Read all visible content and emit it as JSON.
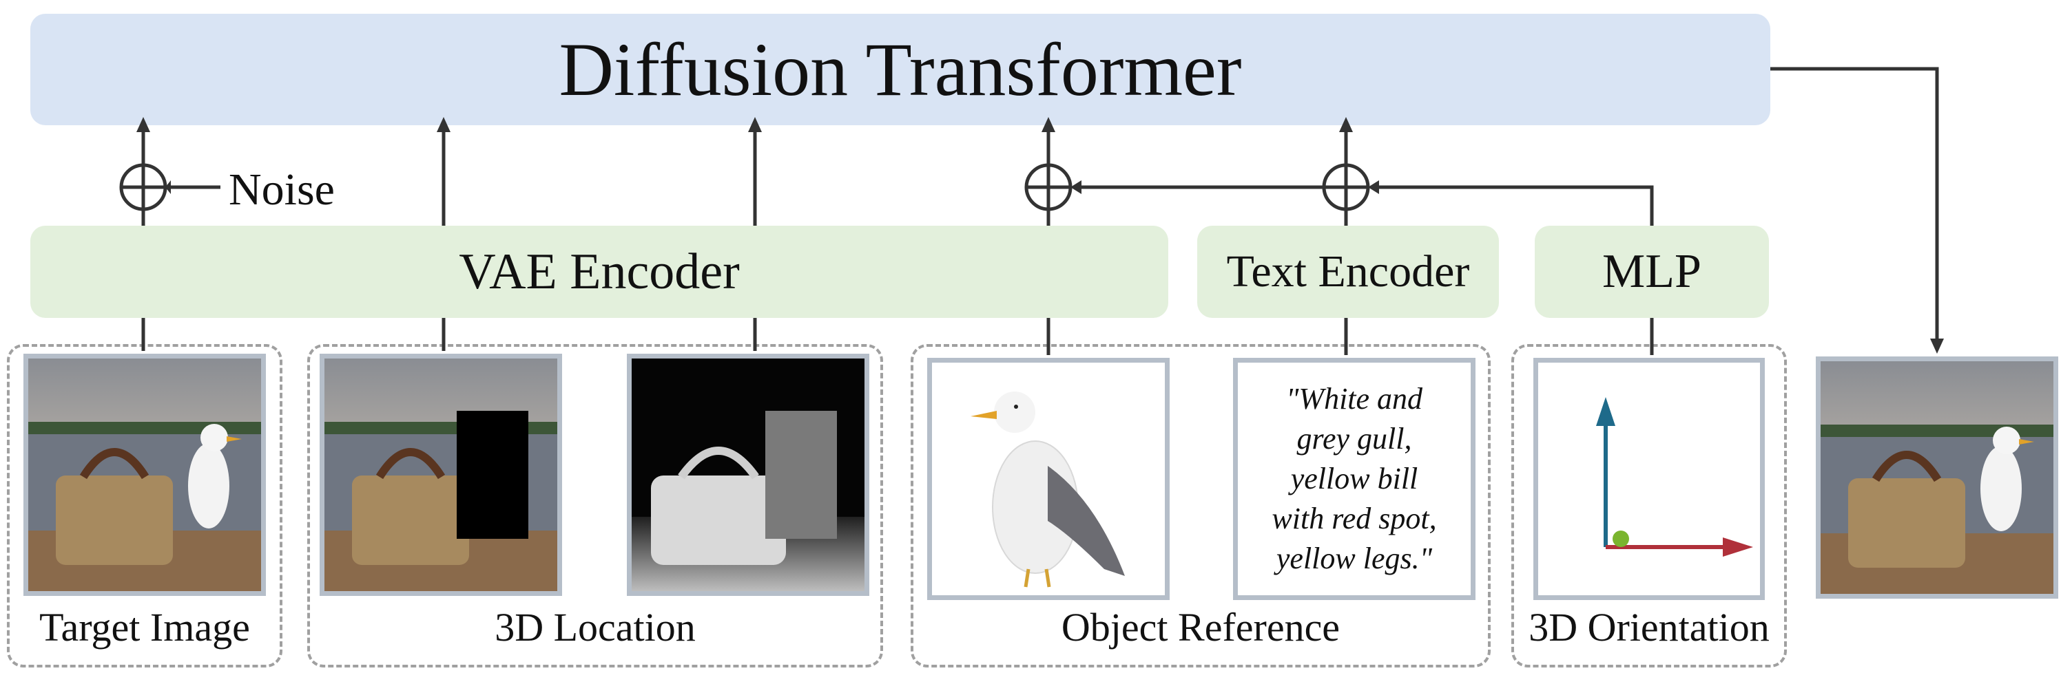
{
  "title": "Diffusion Transformer",
  "encoders": {
    "vae": "VAE Encoder",
    "text": "Text Encoder",
    "mlp": "MLP"
  },
  "noise_label": "Noise",
  "groups": {
    "target": "Target Image",
    "location": "3D Location",
    "reference": "Object Reference",
    "orientation": "3D Orientation"
  },
  "text_prompt": [
    "\"White and",
    "grey gull,",
    "yellow bill",
    "with red spot,",
    "yellow legs.\""
  ],
  "colors": {
    "transformer_bg": "#d9e4f4",
    "encoder_bg": "#e3f0dc",
    "frame_border": "#b5bec9",
    "dashed_border": "#a0a0a0",
    "axis_up": "#1e6a8a",
    "axis_right": "#b0303a",
    "axis_point": "#7ab52e"
  }
}
